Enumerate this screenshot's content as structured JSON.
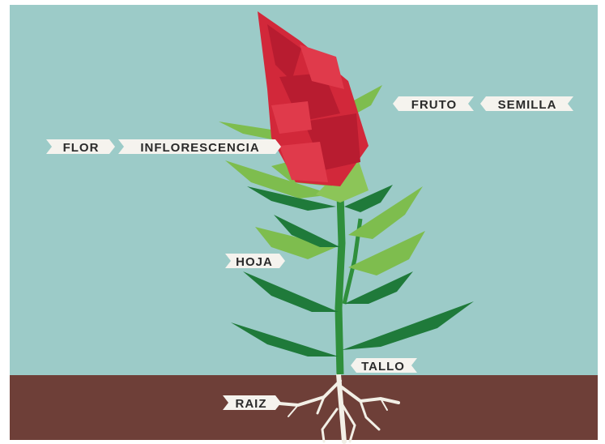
{
  "labels": {
    "flor": "FLOR",
    "inflorescencia": "INFLORESCENCIA",
    "fruto": "FRUTO",
    "semilla": "SEMILLA",
    "hoja": "HOJA",
    "tallo": "TALLO",
    "raiz": "RAIZ"
  },
  "colors": {
    "sky": "#9ccbc8",
    "soil": "#6e3f38",
    "flower": "#d2283a",
    "flower_dark": "#b81c30",
    "leaf_dark": "#1f7a3a",
    "leaf_light": "#7ebd4e",
    "stem": "#2f8f3c",
    "root": "#f2efe6",
    "tag_bg": "#f5f3ee",
    "tag_text": "#2a2a2a"
  }
}
